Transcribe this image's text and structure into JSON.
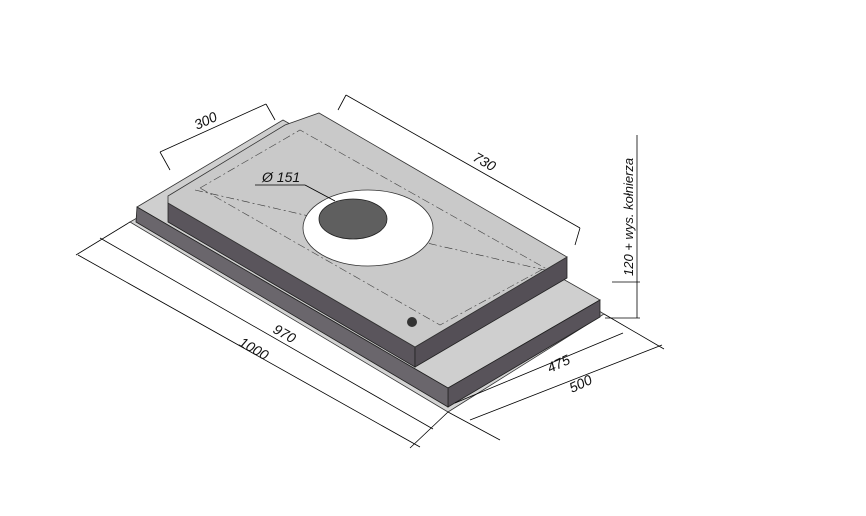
{
  "title": "Hood dimension drawing",
  "dimensions": {
    "top_depth": "300",
    "top_length": "730",
    "duct_diameter": "Ø 151",
    "height": "120 + wys. kołnierza",
    "inner_length": "970",
    "outer_length": "1000",
    "inner_width": "475",
    "outer_width": "500"
  },
  "colors": {
    "top": "#c8c8c8",
    "side": "#58535a",
    "hole": "#5f5f5f",
    "ring": "#ffffff"
  }
}
